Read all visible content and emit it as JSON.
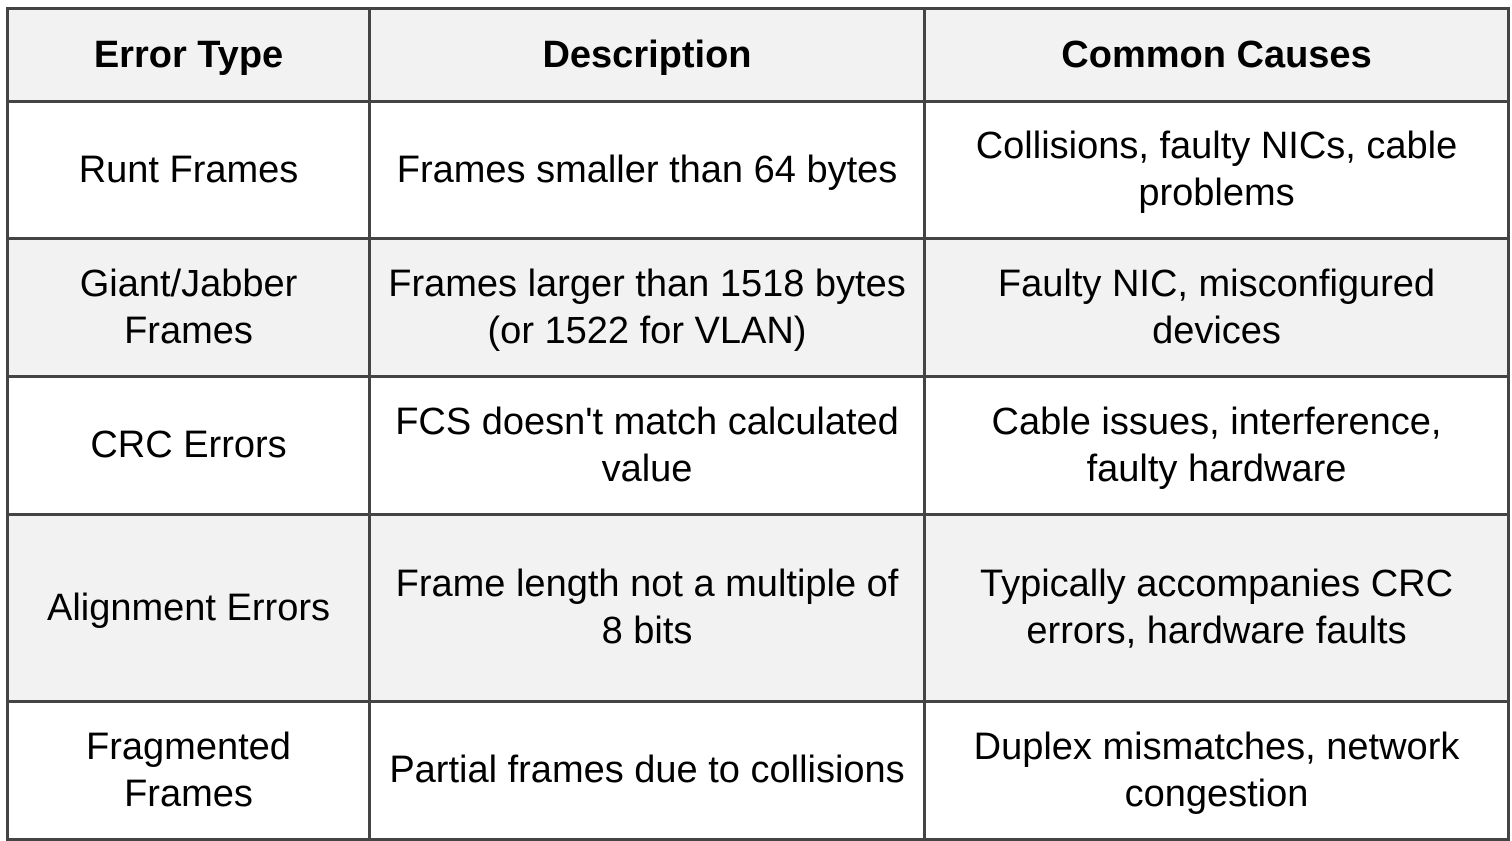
{
  "table": {
    "headers": [
      "Error Type",
      "Description",
      "Common Causes"
    ],
    "rows": [
      {
        "error_type": "Runt Frames",
        "description": "Frames smaller than 64 bytes",
        "common_causes": "Collisions, faulty NICs, cable problems"
      },
      {
        "error_type": "Giant/Jabber Frames",
        "description": "Frames larger than 1518 bytes (or 1522 for VLAN)",
        "common_causes": "Faulty NIC, misconfigured devices"
      },
      {
        "error_type": "CRC Errors",
        "description": "FCS doesn't match calculated value",
        "common_causes": "Cable issues, interference, faulty hardware"
      },
      {
        "error_type": "Alignment Errors",
        "description": "Frame length not a multiple of 8 bits",
        "common_causes": "Typically accompanies CRC errors, hardware faults"
      },
      {
        "error_type": "Fragmented Frames",
        "description": "Partial frames due to collisions",
        "common_causes": "Duplex mismatches, network congestion"
      }
    ]
  },
  "colors": {
    "border": "#444444",
    "header_bg": "#f2f2f2",
    "shaded_row_bg": "#f2f2f2",
    "plain_row_bg": "#ffffff",
    "text": "#000000"
  }
}
